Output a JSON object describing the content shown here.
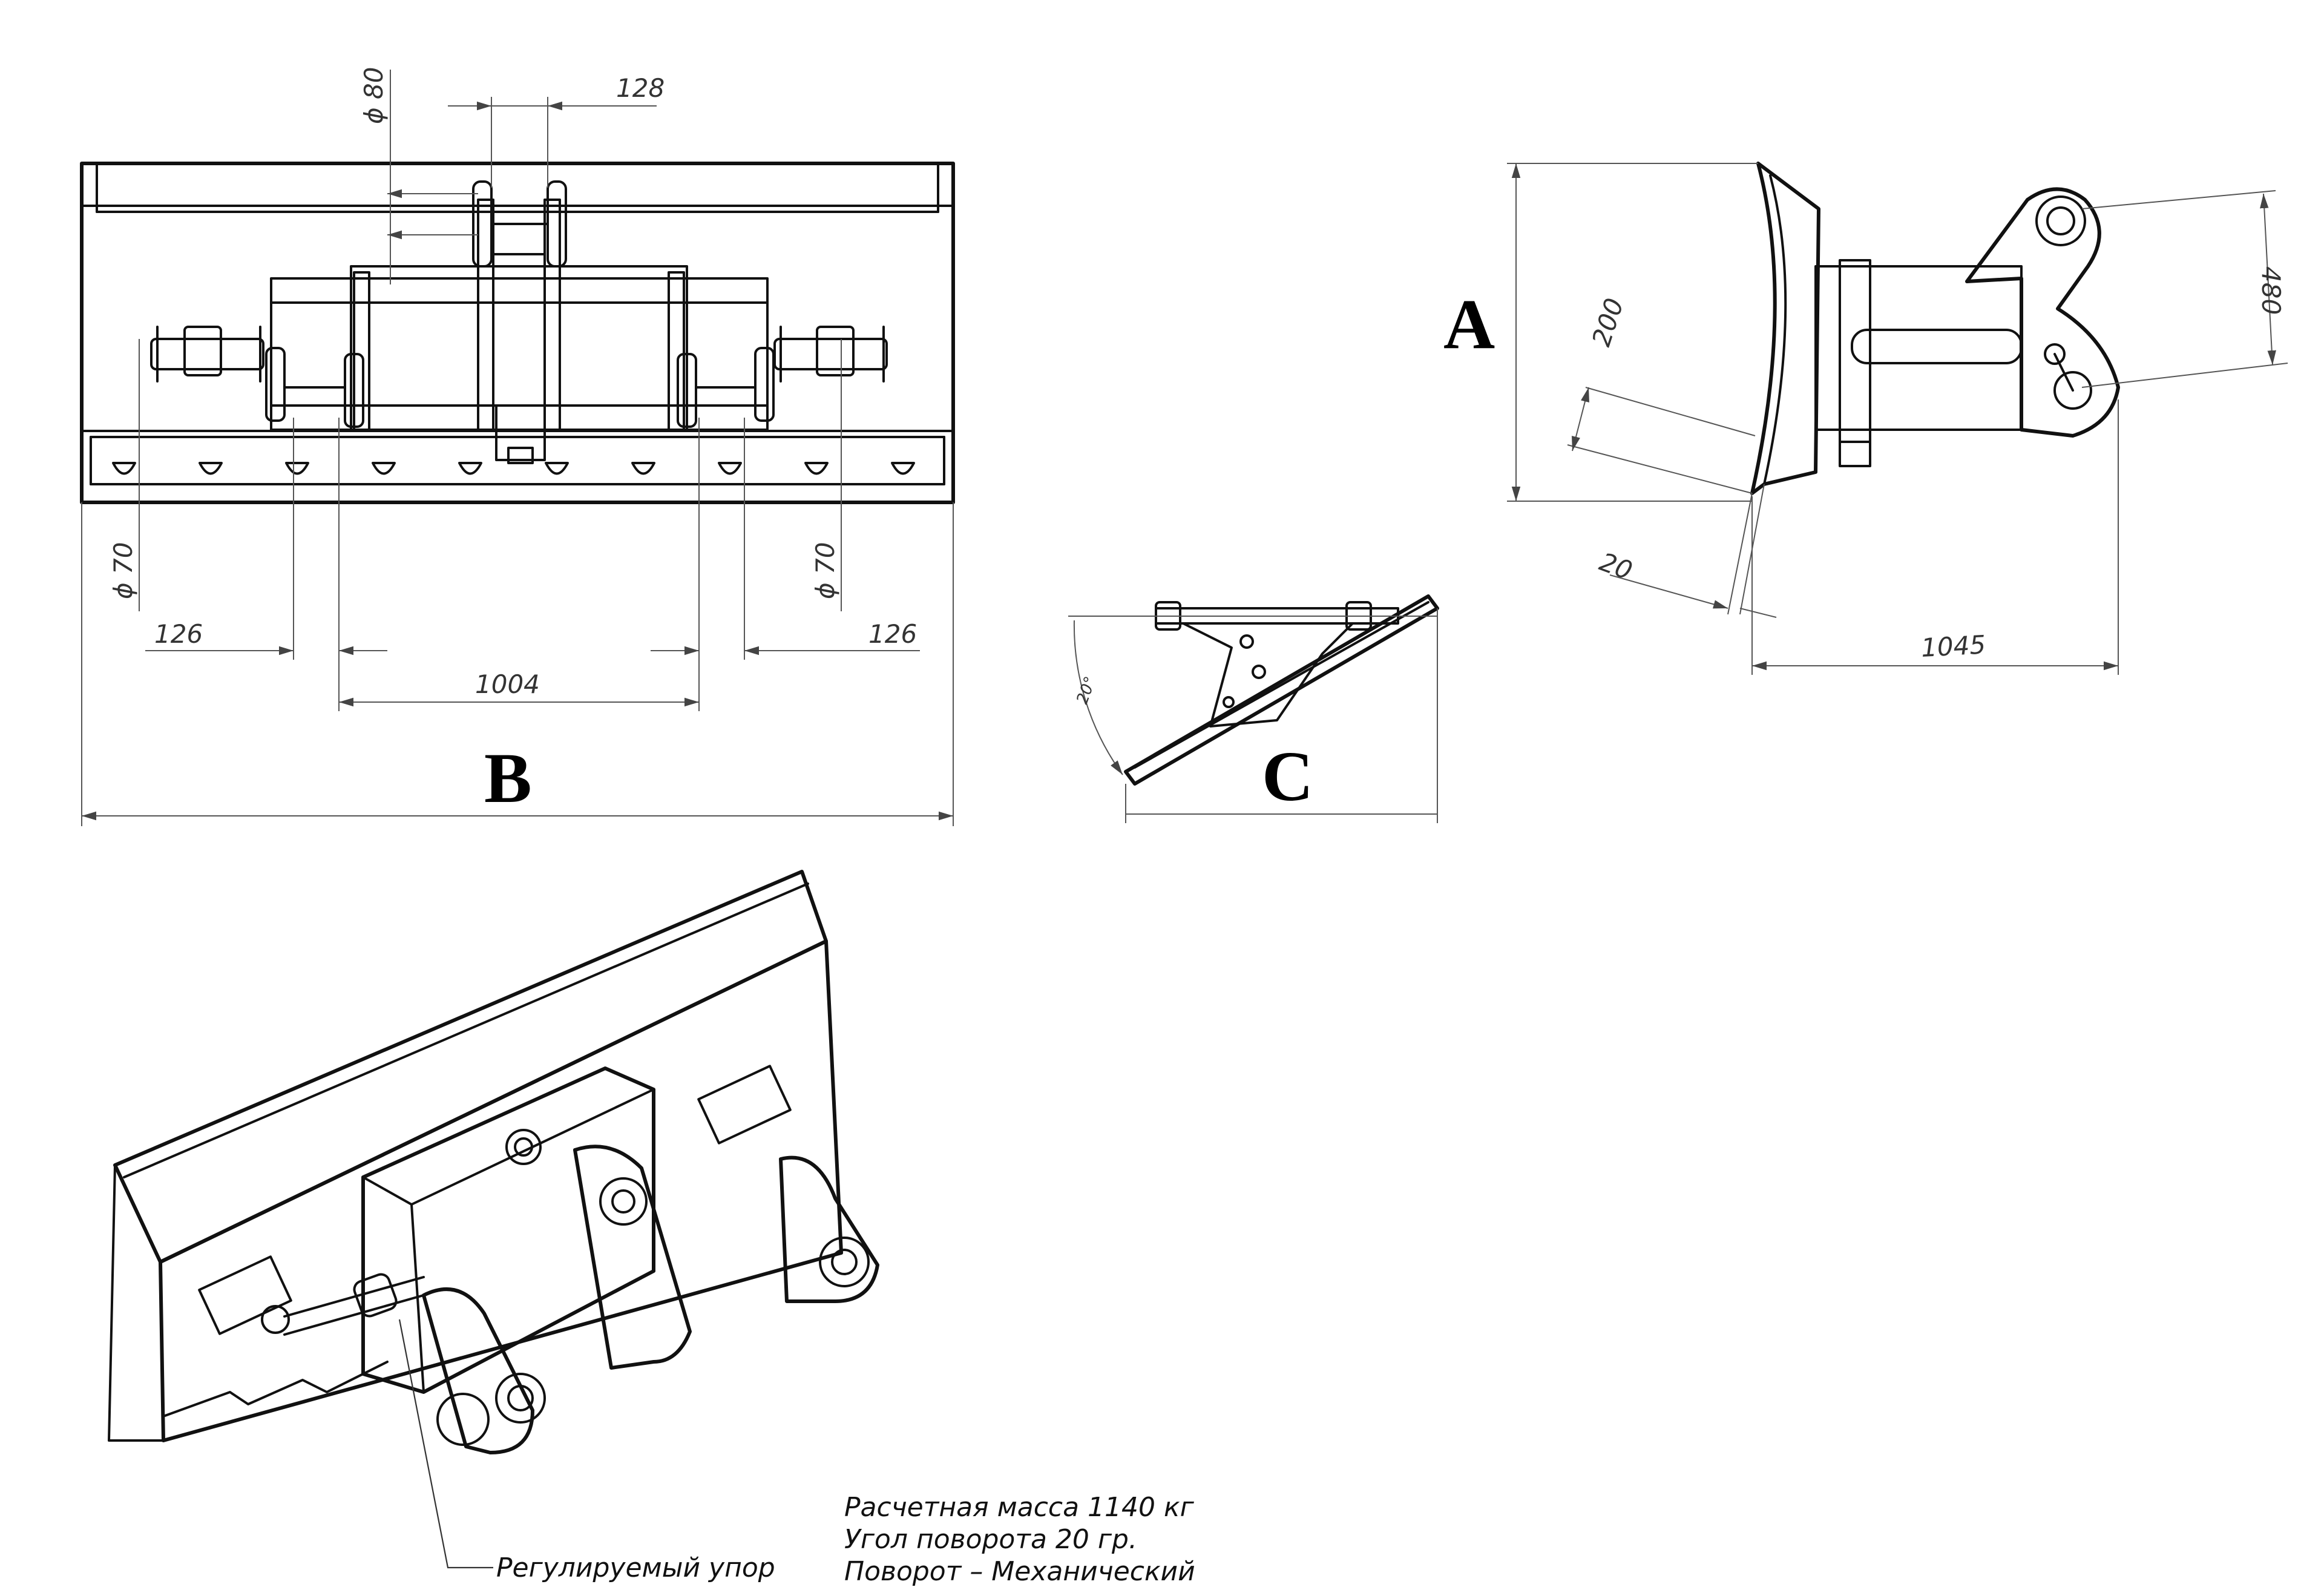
{
  "view_labels": {
    "front": "B",
    "side": "A",
    "top": "C"
  },
  "dimensions": {
    "pin_diameter": "ϕ 80",
    "pin_spacing": "128",
    "pivot_diameter_left": "ϕ 70",
    "pivot_diameter_right": "ϕ 70",
    "offset_left": "126",
    "offset_right": "126",
    "frame_width": "1004",
    "blade_height": "200",
    "edge_thickness": "20",
    "mount_height": "480",
    "depth": "1045",
    "rotation_angle": "20°"
  },
  "callout": "Регулируемый упор",
  "specs": [
    "Расчетная масса 1140 кг",
    "Угол поворота 20 гр.",
    "Поворот – Механический"
  ]
}
